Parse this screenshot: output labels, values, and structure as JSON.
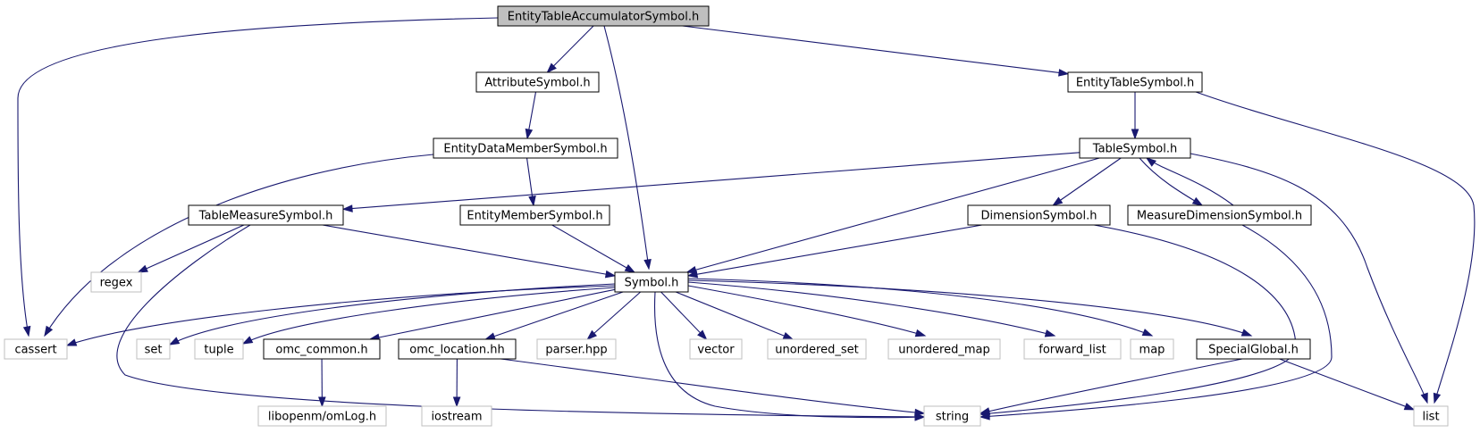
{
  "diagram": {
    "type": "include-dependency-graph",
    "colors": {
      "edge": "#191970",
      "root_fill": "#bfbfbf",
      "node_border": "#000000",
      "external_border": "#bfbfbf"
    },
    "nodes": [
      {
        "id": "root",
        "label": "EntityTableAccumulatorSymbol.h",
        "kind": "root"
      },
      {
        "id": "attr",
        "label": "AttributeSymbol.h",
        "kind": "local"
      },
      {
        "id": "ets",
        "label": "EntityTableSymbol.h",
        "kind": "local"
      },
      {
        "id": "edm",
        "label": "EntityDataMemberSymbol.h",
        "kind": "local"
      },
      {
        "id": "ts",
        "label": "TableSymbol.h",
        "kind": "local"
      },
      {
        "id": "tms",
        "label": "TableMeasureSymbol.h",
        "kind": "local"
      },
      {
        "id": "ems",
        "label": "EntityMemberSymbol.h",
        "kind": "local"
      },
      {
        "id": "ds",
        "label": "DimensionSymbol.h",
        "kind": "local"
      },
      {
        "id": "mds",
        "label": "MeasureDimensionSymbol.h",
        "kind": "local"
      },
      {
        "id": "regex",
        "label": "regex",
        "kind": "external"
      },
      {
        "id": "sym",
        "label": "Symbol.h",
        "kind": "local"
      },
      {
        "id": "cassert",
        "label": "cassert",
        "kind": "external"
      },
      {
        "id": "set",
        "label": "set",
        "kind": "external"
      },
      {
        "id": "tuple",
        "label": "tuple",
        "kind": "external"
      },
      {
        "id": "omcc",
        "label": "omc_common.h",
        "kind": "local"
      },
      {
        "id": "omcl",
        "label": "omc_location.hh",
        "kind": "local"
      },
      {
        "id": "parser",
        "label": "parser.hpp",
        "kind": "external"
      },
      {
        "id": "vector",
        "label": "vector",
        "kind": "external"
      },
      {
        "id": "uset",
        "label": "unordered_set",
        "kind": "external"
      },
      {
        "id": "umap",
        "label": "unordered_map",
        "kind": "external"
      },
      {
        "id": "flist",
        "label": "forward_list",
        "kind": "external"
      },
      {
        "id": "map",
        "label": "map",
        "kind": "external"
      },
      {
        "id": "sg",
        "label": "SpecialGlobal.h",
        "kind": "local"
      },
      {
        "id": "list",
        "label": "list",
        "kind": "external"
      },
      {
        "id": "omlog",
        "label": "libopenm/omLog.h",
        "kind": "external"
      },
      {
        "id": "iostream",
        "label": "iostream",
        "kind": "external"
      },
      {
        "id": "string",
        "label": "string",
        "kind": "external"
      }
    ],
    "edges": [
      {
        "from": "root",
        "to": "cassert"
      },
      {
        "from": "root",
        "to": "attr"
      },
      {
        "from": "root",
        "to": "sym"
      },
      {
        "from": "root",
        "to": "ets"
      },
      {
        "from": "attr",
        "to": "edm"
      },
      {
        "from": "ets",
        "to": "ts"
      },
      {
        "from": "ets",
        "to": "list"
      },
      {
        "from": "edm",
        "to": "cassert"
      },
      {
        "from": "edm",
        "to": "ems"
      },
      {
        "from": "ts",
        "to": "tms"
      },
      {
        "from": "ts",
        "to": "sym"
      },
      {
        "from": "ts",
        "to": "ds"
      },
      {
        "from": "ts",
        "to": "mds"
      },
      {
        "from": "ts",
        "to": "list"
      },
      {
        "from": "mds",
        "to": "ts"
      },
      {
        "from": "mds",
        "to": "string"
      },
      {
        "from": "tms",
        "to": "regex"
      },
      {
        "from": "tms",
        "to": "sym"
      },
      {
        "from": "tms",
        "to": "string"
      },
      {
        "from": "ems",
        "to": "sym"
      },
      {
        "from": "ds",
        "to": "sym"
      },
      {
        "from": "ds",
        "to": "string"
      },
      {
        "from": "sym",
        "to": "cassert"
      },
      {
        "from": "sym",
        "to": "set"
      },
      {
        "from": "sym",
        "to": "tuple"
      },
      {
        "from": "sym",
        "to": "omcc"
      },
      {
        "from": "sym",
        "to": "omcl"
      },
      {
        "from": "sym",
        "to": "parser"
      },
      {
        "from": "sym",
        "to": "vector"
      },
      {
        "from": "sym",
        "to": "uset"
      },
      {
        "from": "sym",
        "to": "umap"
      },
      {
        "from": "sym",
        "to": "flist"
      },
      {
        "from": "sym",
        "to": "map"
      },
      {
        "from": "sym",
        "to": "sg"
      },
      {
        "from": "sym",
        "to": "string"
      },
      {
        "from": "omcc",
        "to": "omlog"
      },
      {
        "from": "omcl",
        "to": "iostream"
      },
      {
        "from": "omcl",
        "to": "string"
      },
      {
        "from": "sg",
        "to": "string"
      },
      {
        "from": "sg",
        "to": "list"
      }
    ]
  }
}
